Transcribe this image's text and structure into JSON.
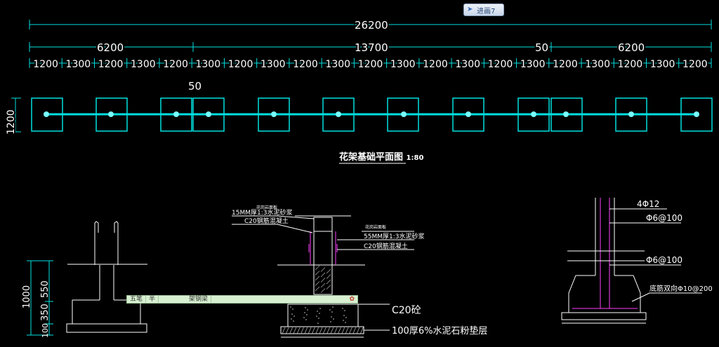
{
  "toolbar": {
    "button_label": "进画7",
    "button_icon": "arrow-icon"
  },
  "plan": {
    "title": "花架基础平面图",
    "scale": "1:80",
    "total": "26200",
    "segments": [
      "6200",
      "13700",
      "50",
      "6200"
    ],
    "sub": [
      "1200",
      "1300",
      "1200",
      "1300",
      "1200",
      "1300",
      "1200",
      "1300",
      "1200",
      "1300",
      "1200",
      "1300",
      "1200",
      "1300",
      "1200",
      "1300",
      "1200",
      "1300",
      "1200",
      "1300",
      "1200"
    ],
    "offset_label": "50",
    "side_dim": "1200"
  },
  "section_left": {
    "dims": [
      "1000",
      "550",
      "350",
      "100"
    ]
  },
  "section_mid": {
    "labels": [
      "15MM厚1:3水泥砂浆",
      "C20钢筋混凝土",
      "55MM厚1:3水泥砂浆",
      "C20钢筋混凝土",
      "C20砼",
      "100厚6%水泥石粉垫层"
    ],
    "small_note_top": "花岗岩面板",
    "small_note_mid": "花岗岩面板"
  },
  "section_right": {
    "labels": [
      "4Φ12",
      "Φ6@100",
      "Φ6@100",
      "底筋双向Φ10@200"
    ]
  },
  "ime": {
    "items": [
      "五笔",
      "半",
      "",
      "架钢梁"
    ],
    "right_icon": "ime-icon"
  },
  "colors": {
    "line": "#00e0e0",
    "white": "#ffffff",
    "magenta": "#ff40ff",
    "bg": "#000000"
  }
}
